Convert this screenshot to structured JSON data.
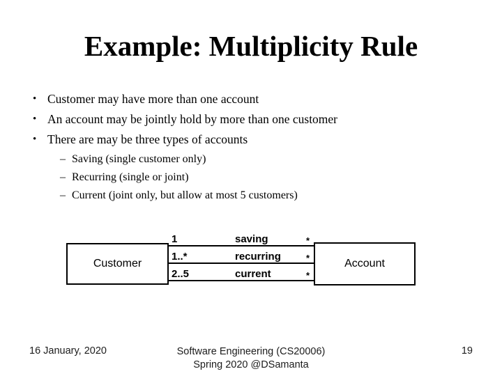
{
  "slide": {
    "title": "Example: Multiplicity Rule",
    "bullet_glyph": "•",
    "dash_glyph": "–",
    "bullets": [
      "Customer may have more than one account",
      "An account may be jointly hold by more than one customer",
      "There are may be three types of accounts"
    ],
    "sub_bullets": [
      "Saving (single customer only)",
      "Recurring (single or joint)",
      "Current (joint only, but allow at most 5 customers)"
    ]
  },
  "diagram": {
    "left_class": "Customer",
    "right_class": "Account",
    "associations": [
      {
        "left_multiplicity": "1",
        "name": "saving",
        "right_multiplicity": "*"
      },
      {
        "left_multiplicity": "1..*",
        "name": "recurring",
        "right_multiplicity": "*"
      },
      {
        "left_multiplicity": "2..5",
        "name": "current",
        "right_multiplicity": "*"
      }
    ]
  },
  "footer": {
    "date": "16 January, 2020",
    "course_line1": "Software Engineering (CS20006)",
    "course_line2": "Spring 2020 @DSamanta",
    "page_number": "19"
  }
}
